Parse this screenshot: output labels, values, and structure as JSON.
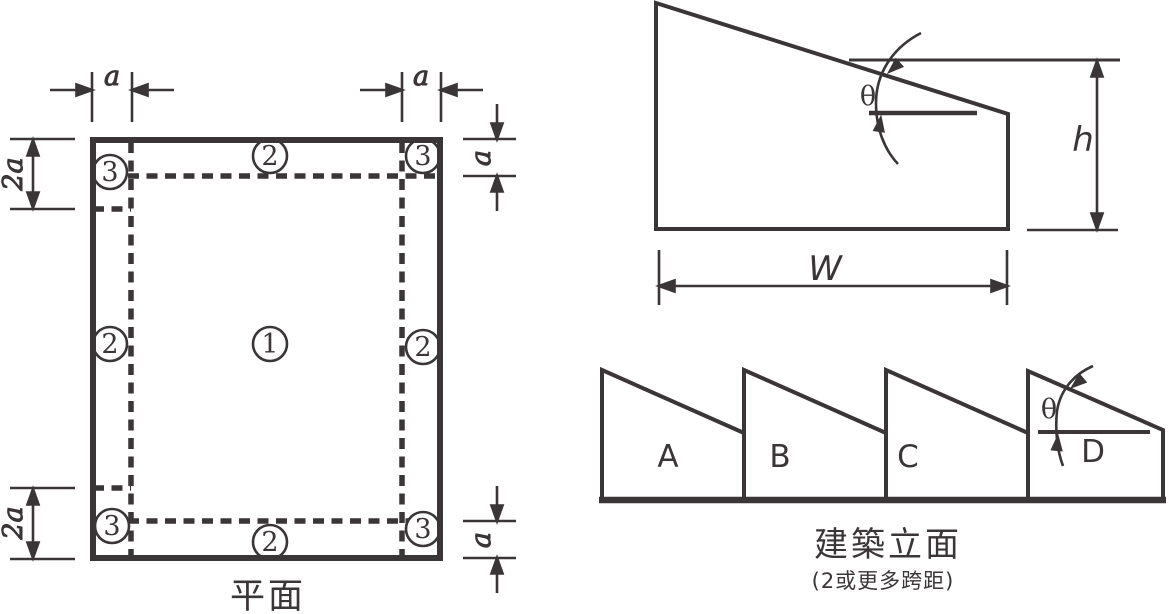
{
  "colors": {
    "stroke": "#3a3537",
    "background": "#ffffff"
  },
  "plan": {
    "title": "平面",
    "dims": {
      "a": "a",
      "two_a": "2a"
    },
    "zones": [
      {
        "id": "top-left-corner",
        "label": "3"
      },
      {
        "id": "top-edge",
        "label": "2"
      },
      {
        "id": "top-right-corner",
        "label": "3"
      },
      {
        "id": "left-edge",
        "label": "2"
      },
      {
        "id": "interior",
        "label": "1"
      },
      {
        "id": "right-edge",
        "label": "2"
      },
      {
        "id": "bottom-left-corner",
        "label": "3"
      },
      {
        "id": "bottom-edge",
        "label": "2"
      },
      {
        "id": "bottom-right-corner",
        "label": "3"
      }
    ]
  },
  "section": {
    "theta": "θ",
    "height_label": "h",
    "width_label": "W"
  },
  "elevation": {
    "title": "建築立面",
    "subtitle": "(2或更多跨距)",
    "theta": "θ",
    "spans": [
      {
        "label": "A"
      },
      {
        "label": "B"
      },
      {
        "label": "C"
      },
      {
        "label": "D"
      }
    ]
  }
}
